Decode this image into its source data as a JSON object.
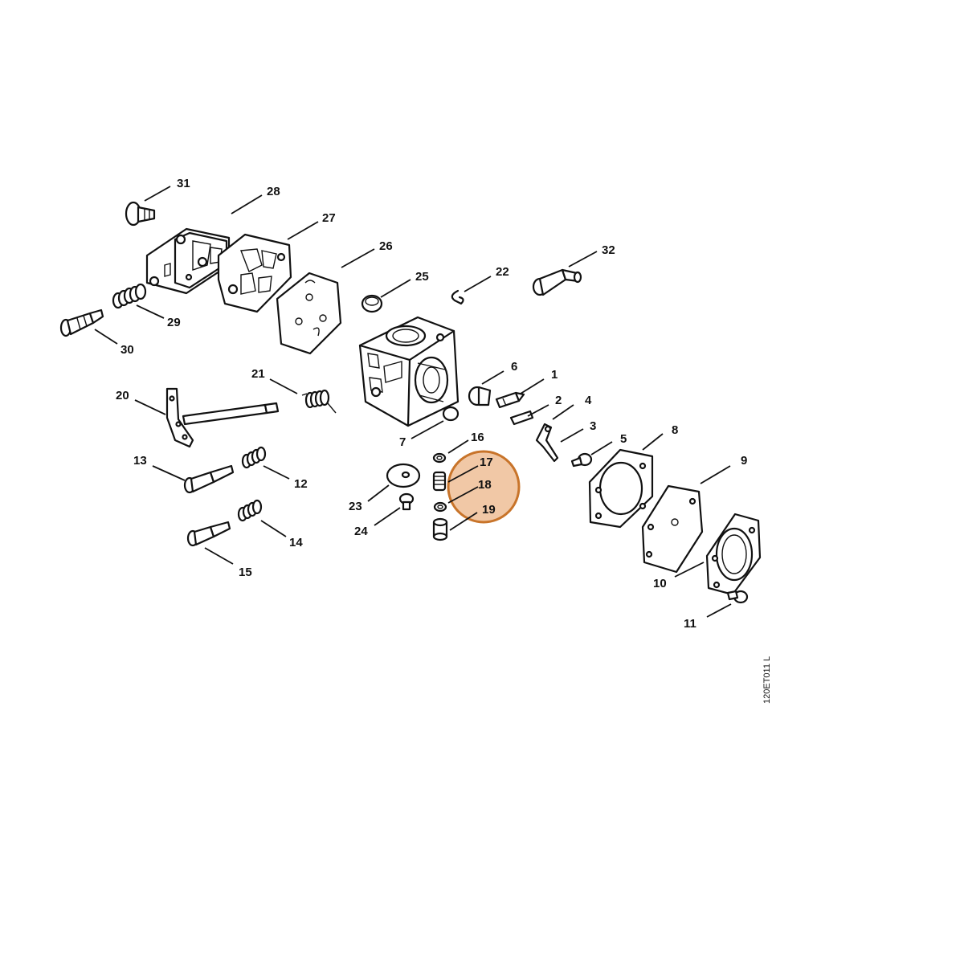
{
  "diagram": {
    "drawing_code": "120ET011 L",
    "highlight_color": "#e8a46a",
    "highlight_stroke": "#c8742a",
    "labels": {
      "p1": "1",
      "p2": "2",
      "p3": "3",
      "p4": "4",
      "p5": "5",
      "p6": "6",
      "p7": "7",
      "p8": "8",
      "p9": "9",
      "p10": "10",
      "p11": "11",
      "p12": "12",
      "p13": "13",
      "p14": "14",
      "p15": "15",
      "p16": "16",
      "p17": "17",
      "p18": "18",
      "p19": "19",
      "p20": "20",
      "p21": "21",
      "p22": "22",
      "p23": "23",
      "p24": "24",
      "p25": "25",
      "p26": "26",
      "p27": "27",
      "p28": "28",
      "p29": "29",
      "p30": "30",
      "p31": "31",
      "p32": "32"
    }
  }
}
